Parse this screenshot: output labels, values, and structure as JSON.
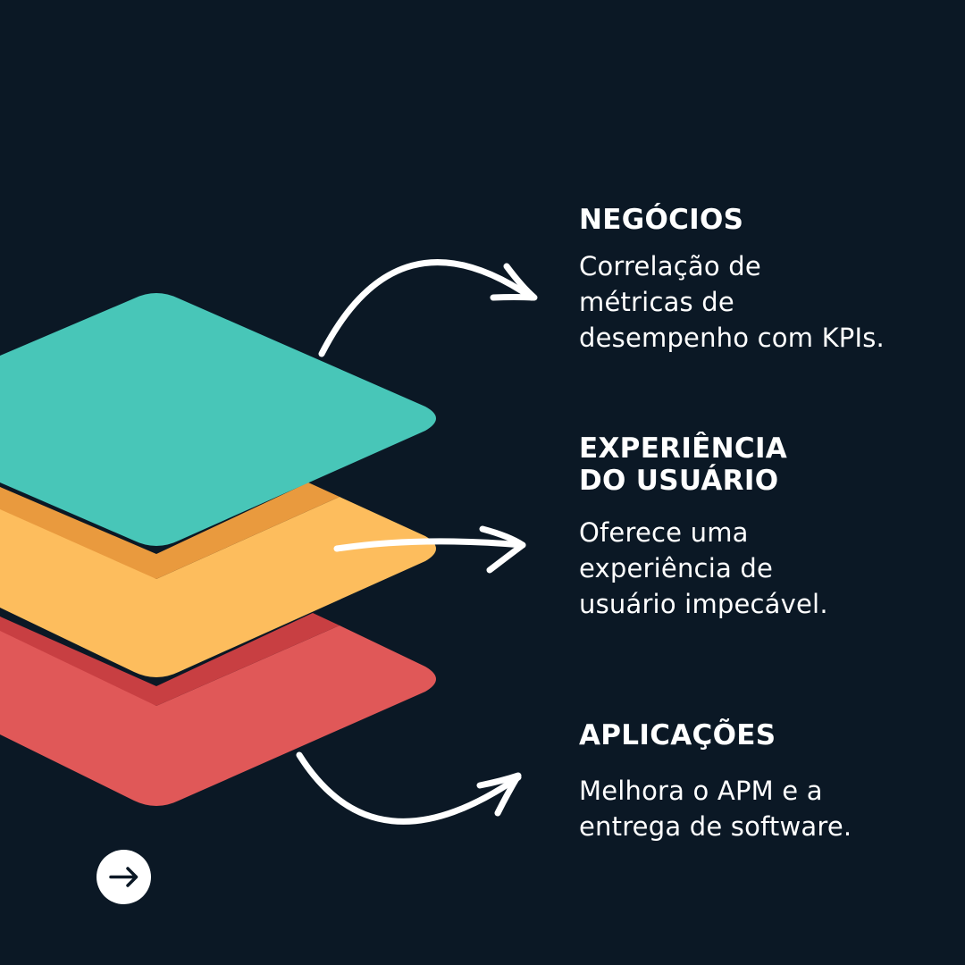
{
  "colors": {
    "background": "#0b1825",
    "layer_top": "#48c6b8",
    "layer_middle": "#fdbd5d",
    "layer_middle_shadow": "#e99a3e",
    "layer_bottom": "#e05858",
    "layer_bottom_shadow": "#c83f42",
    "text": "#ffffff"
  },
  "layers": [
    {
      "name": "Negócios",
      "color": "teal"
    },
    {
      "name": "Experiência do usuário",
      "color": "yellow"
    },
    {
      "name": "Aplicações",
      "color": "red"
    }
  ],
  "sections": {
    "business": {
      "title": "NEGÓCIOS",
      "body": "Correlação de\nmétricas de\ndesempenho com KPIs."
    },
    "ux": {
      "title": "EXPERIÊNCIA\nDO USUÁRIO",
      "body": "Oferece uma\nexperiência de\nusuário impecável."
    },
    "apps": {
      "title": "APLICAÇÕES",
      "body": "Melhora o APM e a\nentrega de software."
    }
  },
  "next_button": {
    "icon": "arrow-right-icon"
  }
}
